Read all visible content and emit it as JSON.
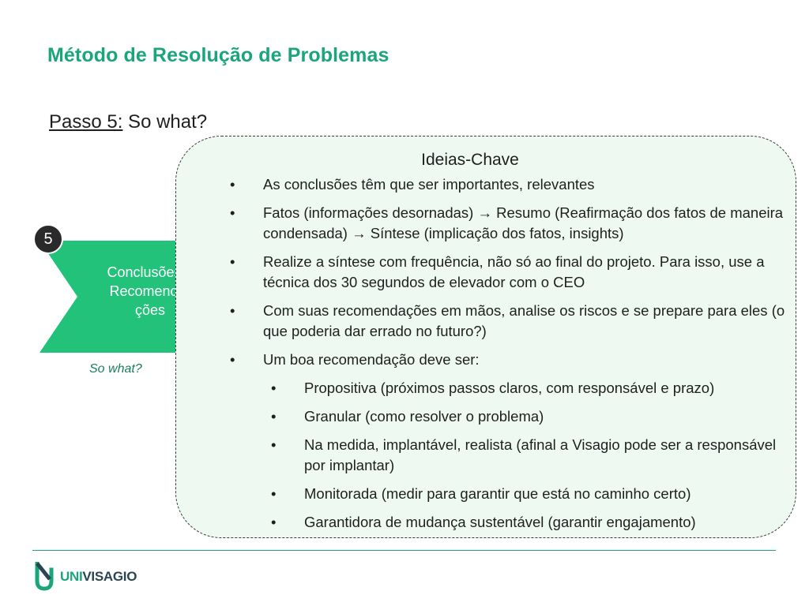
{
  "page": {
    "title": "Método de Resolução de Problemas",
    "step_label": "Passo 5:",
    "step_text": " So what?"
  },
  "process_step": {
    "number": "5",
    "label_lines": [
      "Conclusões e",
      "Recomenda-",
      "ções"
    ],
    "caption": "So what?"
  },
  "key_ideas": {
    "title": "Ideias-Chave",
    "bullets": [
      {
        "level": 1,
        "text": "As conclusões têm que ser importantes, relevantes"
      },
      {
        "level": 1,
        "text": "Fatos (informações desornadas) → Resumo (Reafirmação dos  fatos de maneira condensada) → Síntese (implicação dos fatos, insights)"
      },
      {
        "level": 1,
        "text": "Realize a síntese com frequência, não só ao final do projeto. Para isso, use a técnica dos 30 segundos de elevador com o CEO"
      },
      {
        "level": 1,
        "text": "Com suas recomendações em mãos, analise os riscos e se prepare para eles (o que poderia dar errado no futuro?)"
      },
      {
        "level": 1,
        "text": "Um boa recomendação deve ser:"
      },
      {
        "level": 2,
        "text": "Propositiva (próximos passos claros, com responsável e prazo)"
      },
      {
        "level": 2,
        "text": "Granular (como resolver o problema)"
      },
      {
        "level": 2,
        "text": "Na medida, implantável, realista (afinal a Visagio pode ser a responsável por implantar)"
      },
      {
        "level": 2,
        "text": "Monitorada (medir para garantir que está no caminho certo)"
      },
      {
        "level": 2,
        "text": "Garantidora de mudança sustentável (garantir engajamento)"
      }
    ]
  },
  "footer": {
    "logo_part1": "UNI",
    "logo_part2": "VISAGIO"
  },
  "colors": {
    "brand_green": "#1aa57a",
    "chevron_green": "#22c27a",
    "box_background": "#eef9f2",
    "badge_dark": "#2a2a2a"
  },
  "icons": {
    "bullet": "•",
    "arrow": "right-arrow"
  }
}
